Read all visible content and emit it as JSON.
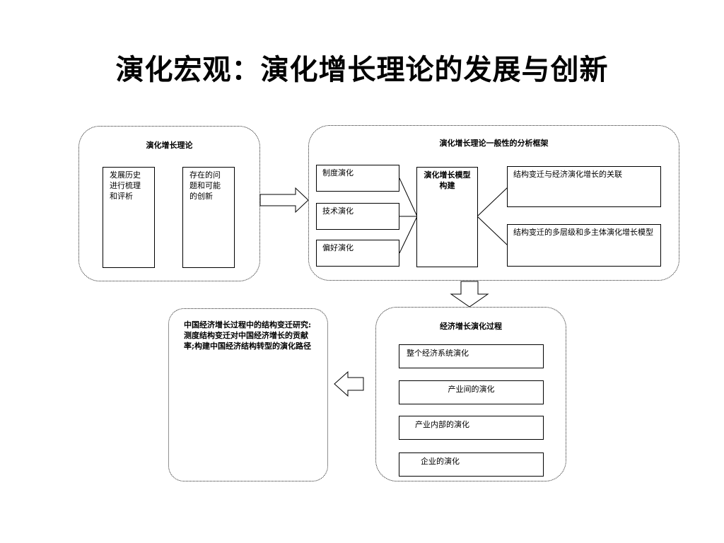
{
  "title": "演化宏观：演化增长理论的发展与创新",
  "panel_theory": {
    "title": "演化增长理论",
    "box_history": "发展历史进行梳理和评析",
    "box_problems": "存在的问题和可能的创新"
  },
  "panel_framework": {
    "title": "演化增长理论一般性的分析框架",
    "box_institution": "制度演化",
    "box_technology": "技术演化",
    "box_preference": "偏好演化",
    "box_model": "演化增长模型构建",
    "box_link": "结构变迁与经济演化增长的关联",
    "box_multilevel": "结构变迁的多层级和多主体演化增长模型"
  },
  "panel_process": {
    "title": "经济增长演化过程",
    "levels": [
      "整个经济系统演化",
      "产业间的演化",
      "产业内部的演化",
      "企业的演化"
    ]
  },
  "panel_china": {
    "text": "中国经济增长过程中的结构变迁研究:测度结构变迁对中国经济增长的贡献率;构建中国经济结构转型的演化路径"
  }
}
